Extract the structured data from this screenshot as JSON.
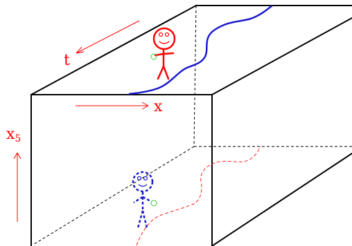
{
  "labels": {
    "t": "t",
    "x": "x",
    "x5_main": "x",
    "x5_sub": "5"
  },
  "colors": {
    "edge": "#000000",
    "arrow": "#ff0000",
    "brane_curve": "#1a1acc",
    "bulk_curve": "#ff2020",
    "stick_figure_top": "#ff0000",
    "stick_figure_bottom": "#1a1acc",
    "ball": "#33cc33"
  },
  "figures": {
    "top": "stick-figure-solid",
    "bottom": "stick-figure-dashed"
  }
}
